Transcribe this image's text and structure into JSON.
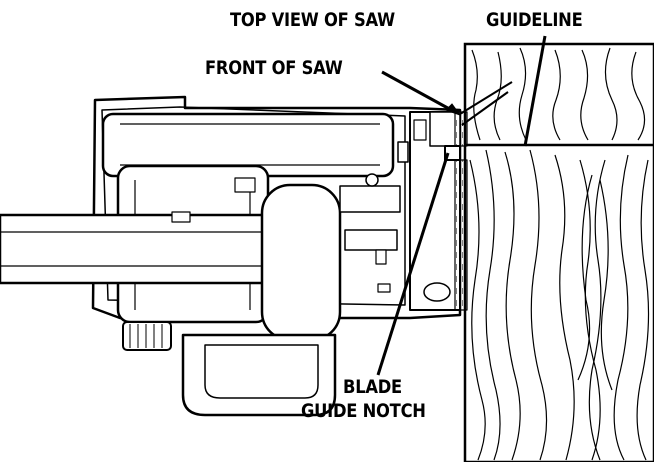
{
  "labels": {
    "top_view": "TOP VIEW OF SAW",
    "guideline": "GUIDELINE",
    "front_of_saw": "FRONT OF SAW",
    "blade_line1": "BLADE",
    "blade_line2": "GUIDE NOTCH"
  },
  "icons": {
    "saw": "circular-saw-top-view",
    "wood": "wood-grain-board"
  },
  "colors": {
    "ink": "#000000",
    "paper": "#ffffff"
  }
}
